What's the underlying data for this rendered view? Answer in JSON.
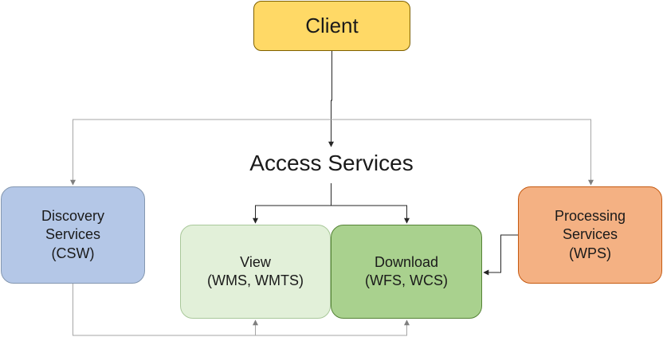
{
  "nodes": {
    "client": {
      "label": "Client"
    },
    "access": {
      "label": "Access Services"
    },
    "discovery": {
      "line1": "Discovery",
      "line2": "Services",
      "line3": "(CSW)"
    },
    "view": {
      "line1": "View",
      "line2": "(WMS, WMTS)"
    },
    "download": {
      "line1": "Download",
      "line2": "(WFS, WCS)"
    },
    "processing": {
      "line1": "Processing",
      "line2": "Services",
      "line3": "(WPS)"
    }
  },
  "colors": {
    "client_fill": "#ffd966",
    "discovery_fill": "#b4c7e7",
    "view_fill": "#e2f0d9",
    "download_fill": "#a9d18e",
    "processing_fill": "#f4b183",
    "connector_gray": "#a6a6a6",
    "connector_dark": "#262626"
  }
}
